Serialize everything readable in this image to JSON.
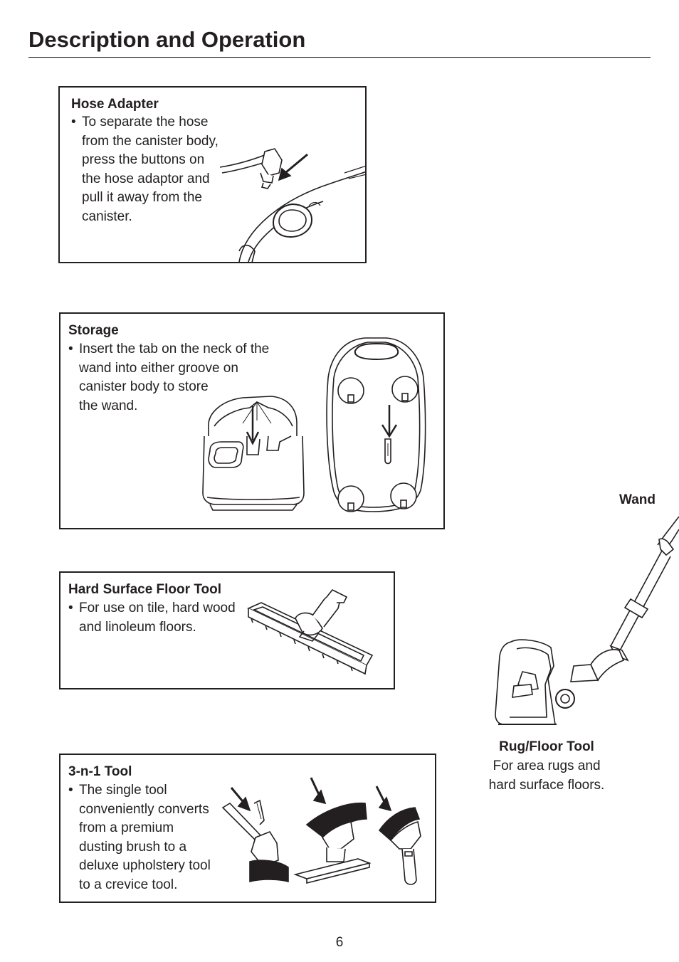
{
  "page": {
    "title": "Description and Operation",
    "page_number": "6"
  },
  "sections": {
    "hose_adapter": {
      "heading": "Hose Adapter",
      "bullet": "•",
      "lines": [
        "To separate the hose",
        "from the canister body,",
        "press the buttons on",
        "the hose adaptor and",
        "pull it away from the",
        "canister."
      ]
    },
    "storage": {
      "heading": "Storage",
      "bullet": "•",
      "lines": [
        "Insert the tab on the neck of the",
        "wand into either groove on",
        "canister body to store",
        "the wand."
      ]
    },
    "hard_surface": {
      "heading": "Hard Surface Floor Tool",
      "bullet": "•",
      "lines": [
        "For use on tile, hard wood",
        "and linoleum floors."
      ]
    },
    "three_in_one": {
      "heading": "3-n-1 Tool",
      "bullet": "•",
      "lines": [
        "The single tool",
        "conveniently converts",
        "from a premium",
        "dusting brush to a",
        "deluxe upholstery tool",
        "to a crevice tool."
      ]
    }
  },
  "side": {
    "wand_label": "Wand",
    "rug_title": "Rug/Floor Tool",
    "rug_lines": [
      "For area rugs and",
      "hard surface floors."
    ]
  }
}
